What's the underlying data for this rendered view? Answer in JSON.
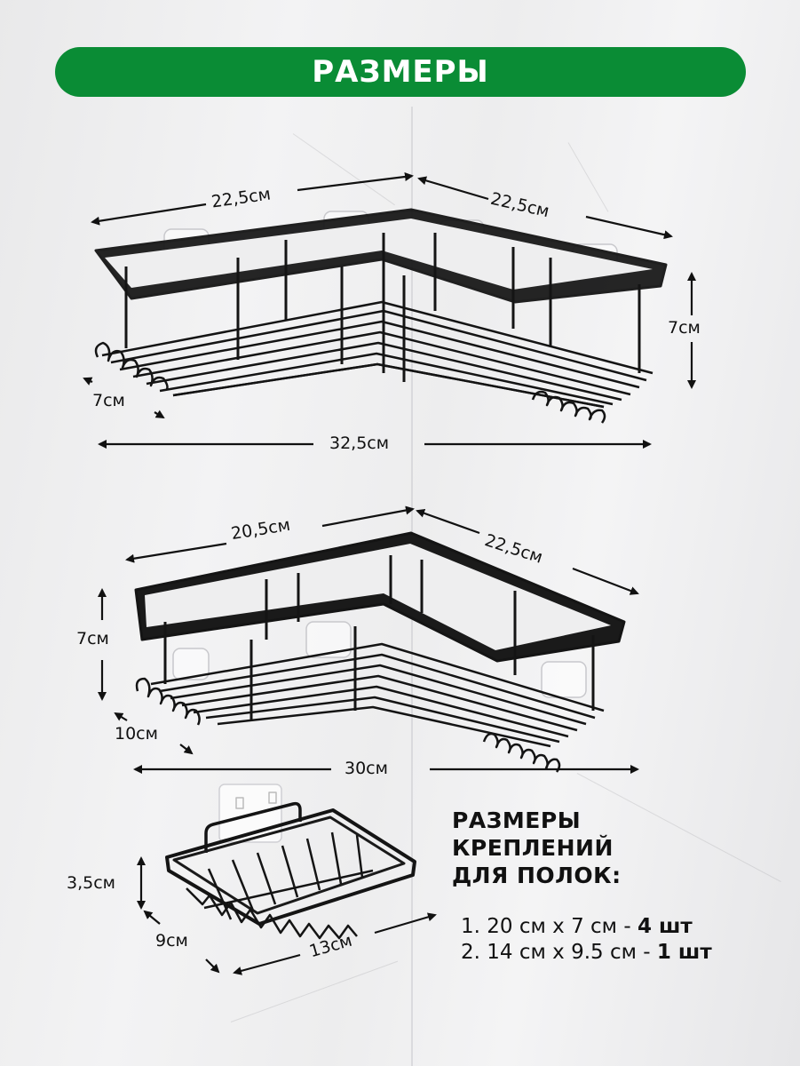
{
  "header": {
    "title": "РАЗМЕРЫ",
    "color": "#0a8c35"
  },
  "shelf_large": {
    "top_left": "22,5см",
    "top_right": "22,5см",
    "height": "7см",
    "depth": "7см",
    "width": "32,5см"
  },
  "shelf_medium": {
    "top_left": "20,5см",
    "top_right": "22,5см",
    "height": "7см",
    "depth": "10см",
    "width": "30см"
  },
  "soap_dish": {
    "height": "3,5см",
    "depth": "9см",
    "width": "13см"
  },
  "mounts": {
    "title_lines": [
      "РАЗМЕРЫ",
      "КРЕПЛЕНИЙ",
      "ДЛЯ ПОЛОК:"
    ],
    "items": [
      {
        "num": "1.",
        "size": "20 см х 7 см - ",
        "qty": "4 шт"
      },
      {
        "num": "2.",
        "size": "14 см х 9.5 см - ",
        "qty": "1 шт"
      }
    ]
  }
}
